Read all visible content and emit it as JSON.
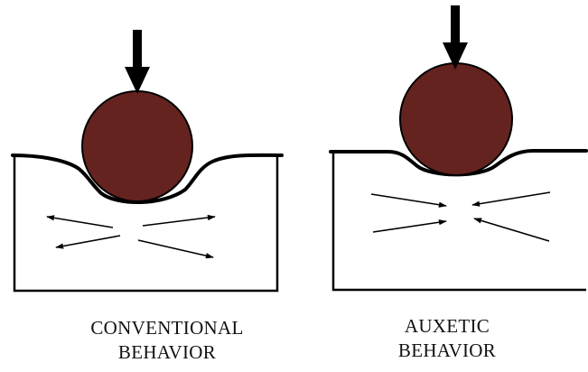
{
  "panels": [
    {
      "caption_line1": "CONVENTIONAL",
      "caption_line2": "BEHAVIOR"
    },
    {
      "caption_line1": "AUXETIC",
      "caption_line2": "BEHAVIOR"
    }
  ],
  "colors": {
    "indenter_fill": "#65231f",
    "stroke": "#000000",
    "background": "#ffffff"
  }
}
